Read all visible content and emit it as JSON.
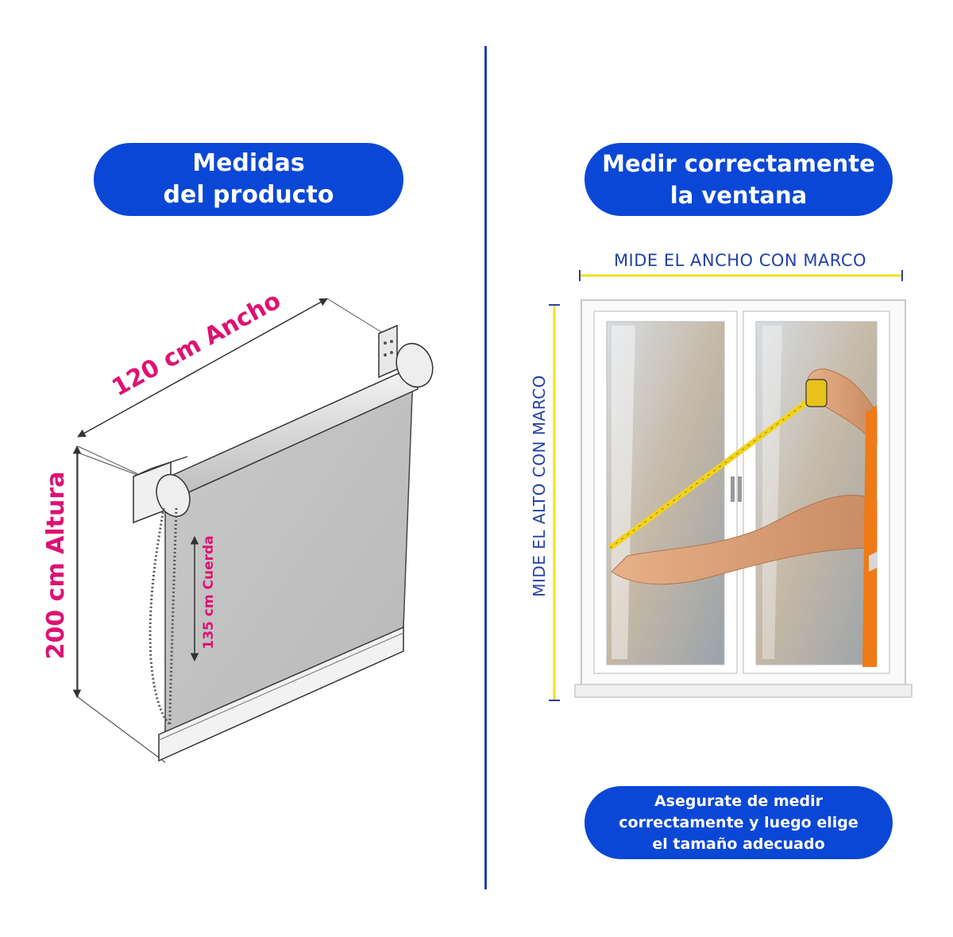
{
  "colors": {
    "pill_blue": "#0b47d6",
    "divider_blue": "#1d3fb3",
    "dimension_magenta": "#dd1273",
    "measure_label_blue": "#2341a8",
    "measure_line_yellow": "#f2e21c"
  },
  "left_panel": {
    "heading_line1": "Medidas",
    "heading_line2": "del producto",
    "width_label": "120 cm Ancho",
    "height_label": "200 cm Altura",
    "cord_label": "135 cm Cuerda"
  },
  "right_panel": {
    "heading_line1": "Medir correctamente",
    "heading_line2": "la ventana",
    "width_instruction": "MIDE EL ANCHO CON MARCO",
    "height_instruction": "MIDE EL ALTO CON MARCO",
    "note_line1": "Asegurate de medir",
    "note_line2": "correctamente y luego elige",
    "note_line3": "el tamaño adecuado"
  },
  "icons": {
    "roller_blind": "roller-blind-illustration",
    "window": "window-measuring-illustration"
  }
}
